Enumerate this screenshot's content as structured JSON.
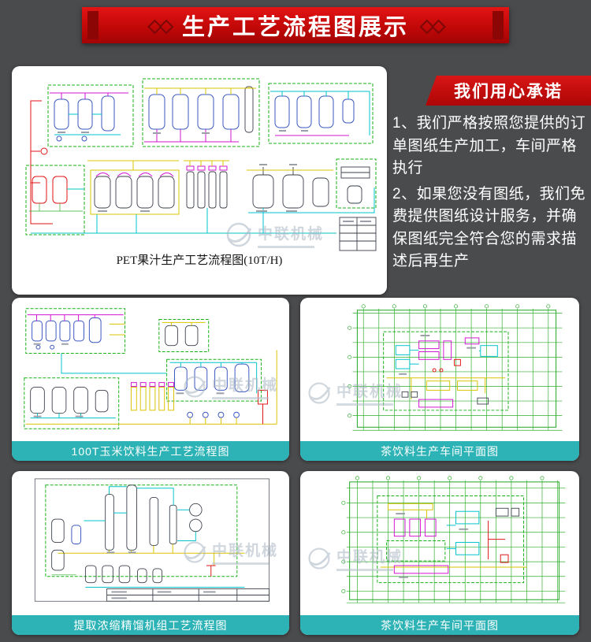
{
  "banner": {
    "title": "生产工艺流程图展示",
    "decor_left": "◇◇",
    "decor_right": "◇◇"
  },
  "promise": {
    "title": "我们用心承诺",
    "items": [
      "1、我们严格按照您提供的订单图纸生产加工，车间严格执行",
      "2、如果您没有图纸，我们免费提供图纸设计服务，并确保图纸完全符合您的需求描述后再生产"
    ]
  },
  "panels": {
    "pet": {
      "caption": "PET果汁生产工艺流程图(10T/H)"
    },
    "corn": {
      "caption": "100T玉米饮料生产工艺流程图"
    },
    "tea1": {
      "caption": "茶饮料生产车间平面图"
    },
    "distill": {
      "caption": "提取浓缩精馏机组工艺流程图"
    },
    "tea2": {
      "caption": "茶饮料生产车间平面图"
    }
  },
  "watermark": {
    "text": "中联机械"
  },
  "colors": {
    "accent_red": "#c40d0d",
    "caption_teal": "#2db3b6",
    "background": "#4a4b4d"
  }
}
